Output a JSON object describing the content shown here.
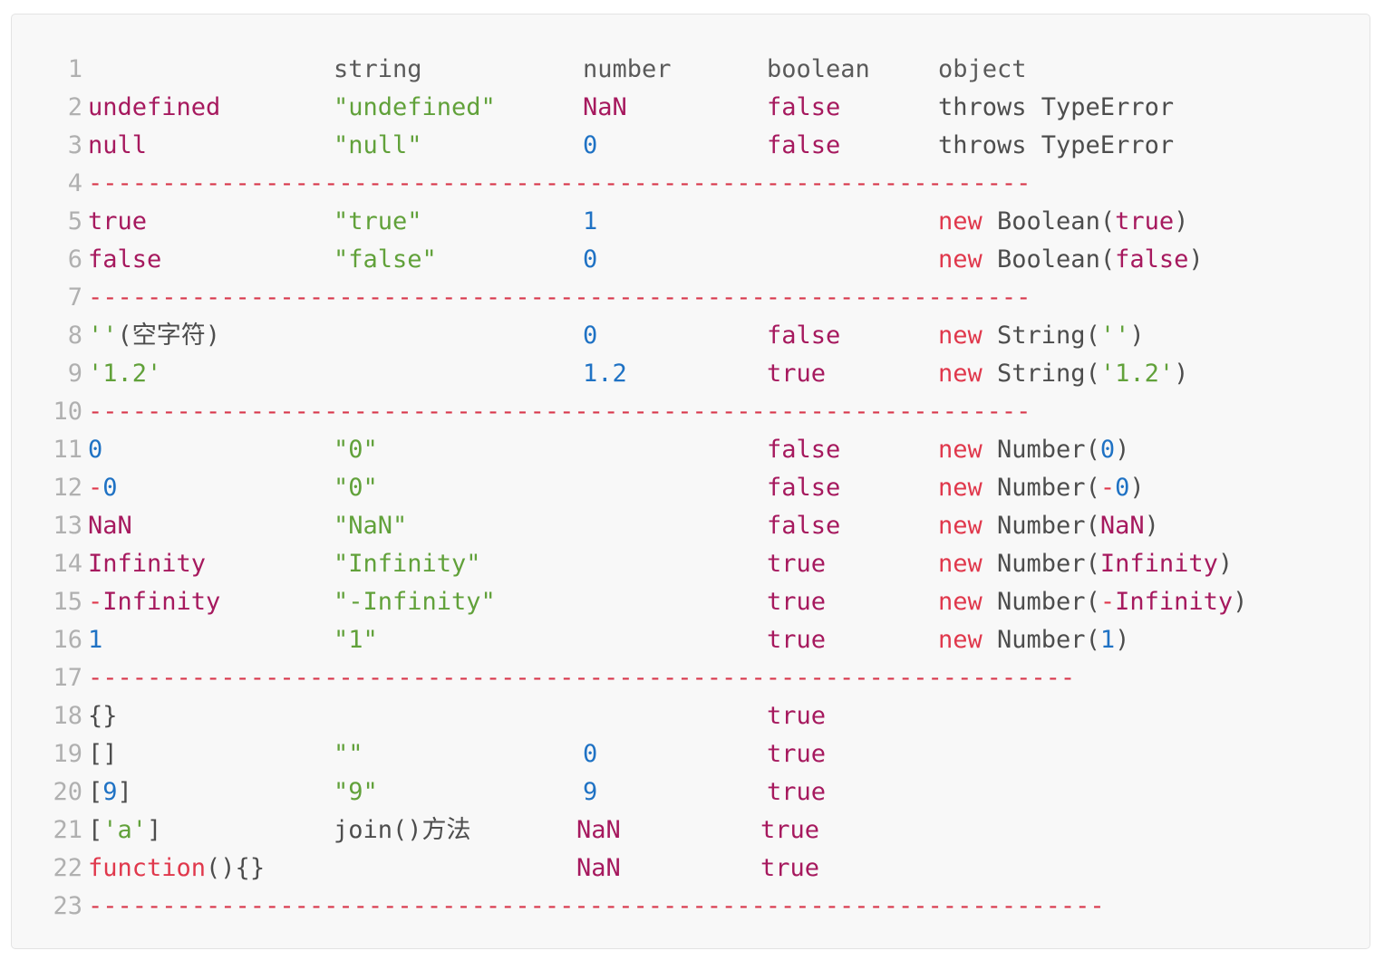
{
  "doc": {
    "title": "JavaScript type conversion table",
    "language": "javascript"
  },
  "columns": {
    "value": "",
    "string": "string",
    "number": "number",
    "boolean": "boolean",
    "object": "object"
  },
  "rules": {
    "line4": "----------------------------------------------------------------",
    "line7": "----------------------------------------------------------------",
    "line10": "----------------------------------------------------------------",
    "line17": "-------------------------------------------------------------------",
    "line23": "---------------------------------------------------------------------"
  },
  "lines": [
    {
      "n": "1",
      "kind": "header",
      "value": "",
      "string": "string",
      "number": "number",
      "boolean": "boolean",
      "object": "object"
    },
    {
      "n": "2",
      "kind": "row",
      "value": "undefined",
      "string": "\"undefined\"",
      "number": "NaN",
      "boolean": "false",
      "object_prefix": "",
      "object_name": "throws TypeError",
      "object_arg": ""
    },
    {
      "n": "3",
      "kind": "row",
      "value": "null",
      "string": "\"null\"",
      "number": "0",
      "boolean": "false",
      "object_prefix": "",
      "object_name": "throws TypeError",
      "object_arg": ""
    },
    {
      "n": "4",
      "kind": "rule",
      "rule": "line4"
    },
    {
      "n": "5",
      "kind": "row",
      "value": "true",
      "string": "\"true\"",
      "number": "1",
      "boolean": "",
      "object_prefix": "new ",
      "object_name": "Boolean(",
      "object_arg": "true",
      "object_suffix": ")"
    },
    {
      "n": "6",
      "kind": "row",
      "value": "false",
      "string": "\"false\"",
      "number": "0",
      "boolean": "",
      "object_prefix": "new ",
      "object_name": "Boolean(",
      "object_arg": "false",
      "object_suffix": ")"
    },
    {
      "n": "7",
      "kind": "rule",
      "rule": "line7"
    },
    {
      "n": "8",
      "kind": "row",
      "value": "''",
      "value_note": "(空字符)",
      "string": "",
      "number": "0",
      "boolean": "false",
      "object_prefix": "new ",
      "object_name": "String(",
      "object_arg": "''",
      "object_suffix": ")"
    },
    {
      "n": "9",
      "kind": "row",
      "value": "'1.2'",
      "string": "",
      "number": "1.2",
      "boolean": "true",
      "object_prefix": "new ",
      "object_name": "String(",
      "object_arg": "'1.2'",
      "object_suffix": ")"
    },
    {
      "n": "10",
      "kind": "rule",
      "rule": "line10"
    },
    {
      "n": "11",
      "kind": "row",
      "value": "0",
      "string": "\"0\"",
      "number": "",
      "boolean": "false",
      "object_prefix": "new ",
      "object_name": "Number(",
      "object_arg": "0",
      "object_suffix": ")"
    },
    {
      "n": "12",
      "kind": "row",
      "value": "-0",
      "string": "\"0\"",
      "number": "",
      "boolean": "false",
      "object_prefix": "new ",
      "object_name": "Number(",
      "object_arg": "-0",
      "object_suffix": ")"
    },
    {
      "n": "13",
      "kind": "row",
      "value": "NaN",
      "string": "\"NaN\"",
      "number": "",
      "boolean": "false",
      "object_prefix": "new ",
      "object_name": "Number(",
      "object_arg": "NaN",
      "object_suffix": ")"
    },
    {
      "n": "14",
      "kind": "row",
      "value": "Infinity",
      "string": "\"Infinity\"",
      "number": "",
      "boolean": "true",
      "object_prefix": "new ",
      "object_name": "Number(",
      "object_arg": "Infinity",
      "object_suffix": ")"
    },
    {
      "n": "15",
      "kind": "row",
      "value": "-Infinity",
      "string": "\"-Infinity\"",
      "number": "",
      "boolean": "true",
      "object_prefix": "new ",
      "object_name": "Number(",
      "object_arg": "-Infinity",
      "object_suffix": ")"
    },
    {
      "n": "16",
      "kind": "row",
      "value": "1",
      "string": "\"1\"",
      "number": "",
      "boolean": "true",
      "object_prefix": "new ",
      "object_name": "Number(",
      "object_arg": "1",
      "object_suffix": ")"
    },
    {
      "n": "17",
      "kind": "rule",
      "rule": "line17"
    },
    {
      "n": "18",
      "kind": "row",
      "value": "{}",
      "string": "",
      "number": "",
      "boolean": "true",
      "object_prefix": "",
      "object_name": "",
      "object_arg": ""
    },
    {
      "n": "19",
      "kind": "row",
      "value": "[]",
      "string": "\"\"",
      "number": "0",
      "boolean": "true",
      "object_prefix": "",
      "object_name": "",
      "object_arg": ""
    },
    {
      "n": "20",
      "kind": "row",
      "value": "[9]",
      "string": "\"9\"",
      "number": "9",
      "boolean": "true",
      "object_prefix": "",
      "object_name": "",
      "object_arg": ""
    },
    {
      "n": "21",
      "kind": "row",
      "value": "['a']",
      "string": "join()方法",
      "number": "NaN",
      "boolean": "true",
      "object_prefix": "",
      "object_name": "",
      "object_arg": ""
    },
    {
      "n": "22",
      "kind": "row",
      "value": "function(){}",
      "string": "",
      "number": "NaN",
      "boolean": "true",
      "object_prefix": "",
      "object_name": "",
      "object_arg": ""
    },
    {
      "n": "23",
      "kind": "rule",
      "rule": "line23"
    }
  ],
  "colors": {
    "background": "#f8f8f8",
    "border": "#e3e3e3",
    "line_number": "#b0b0b0",
    "plain": "#4d4d4d",
    "keyword": "#a6195e",
    "string": "#61a13a",
    "number": "#1f72c4",
    "operator": "#e0384c",
    "rule": "#d8384c"
  }
}
